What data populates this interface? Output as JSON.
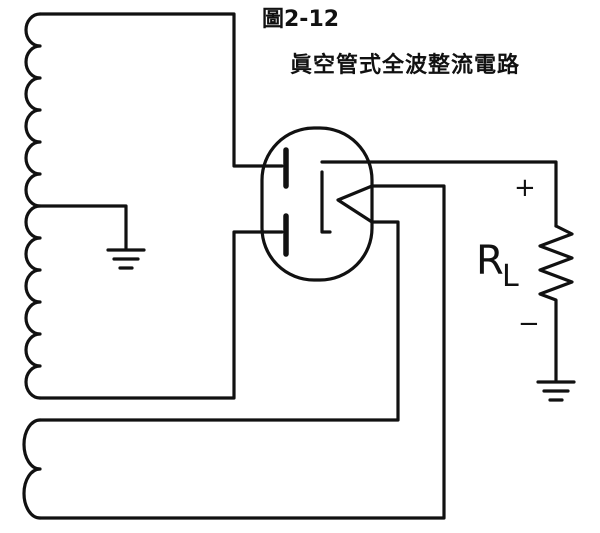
{
  "figure_label": "圖2-12",
  "title": "眞空管式全波整流電路",
  "load_resistor": {
    "symbol": "R",
    "subscript": "L"
  },
  "polarity": {
    "positive": "+",
    "negative": "−"
  }
}
